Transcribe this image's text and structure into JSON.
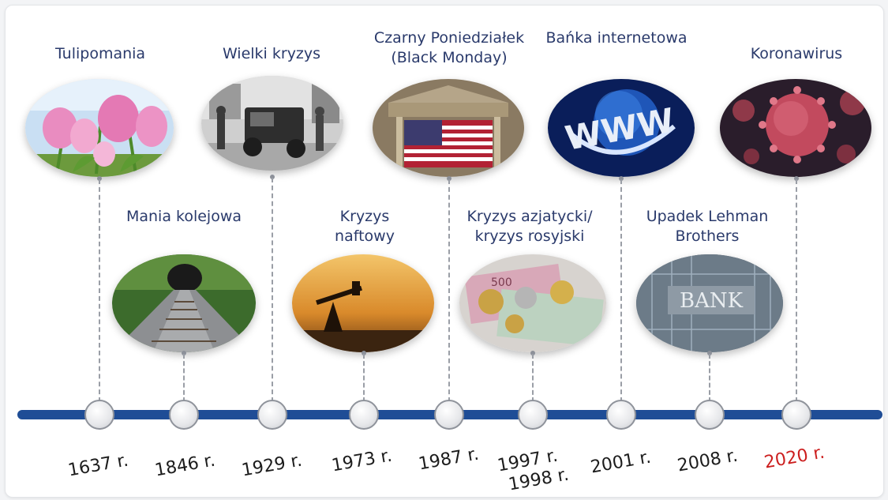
{
  "events": [
    {
      "title": "Tulipomania",
      "year": "1637 r.",
      "image": "tulips-photo"
    },
    {
      "title": "Mania kolejowa",
      "year": "1846 r.",
      "image": "railway-tunnel-photo"
    },
    {
      "title": "Wielki kryzys",
      "year": "1929 r.",
      "image": "crashed-car-photo"
    },
    {
      "title": "Kryzys naftowy",
      "year": "1973 r.",
      "image": "oil-pump-sunset-photo"
    },
    {
      "title": "Czarny Poniedziałek (Black Monday)",
      "year": "1987 r.",
      "image": "stock-exchange-flag-photo"
    },
    {
      "title": "Kryzys azjatycki/ kryzys rosyjski",
      "year_line1": "1997 r.",
      "year_line2": "1998 r.",
      "image": "rubles-coins-photo"
    },
    {
      "title": "Bańka internetowa",
      "year": "2001 r.",
      "image": "www-globe-graphic"
    },
    {
      "title": "Upadek Lehman Brothers",
      "year": "2008 r.",
      "image": "bank-building-photo"
    },
    {
      "title": "Koronawirus",
      "year": "2020 r.",
      "image": "virus-render-photo"
    }
  ],
  "colors": {
    "title": "#2a3a6b",
    "axis": "#1f4d96",
    "year": "#1c1c1c",
    "year_highlight": "#cc1f1f"
  }
}
